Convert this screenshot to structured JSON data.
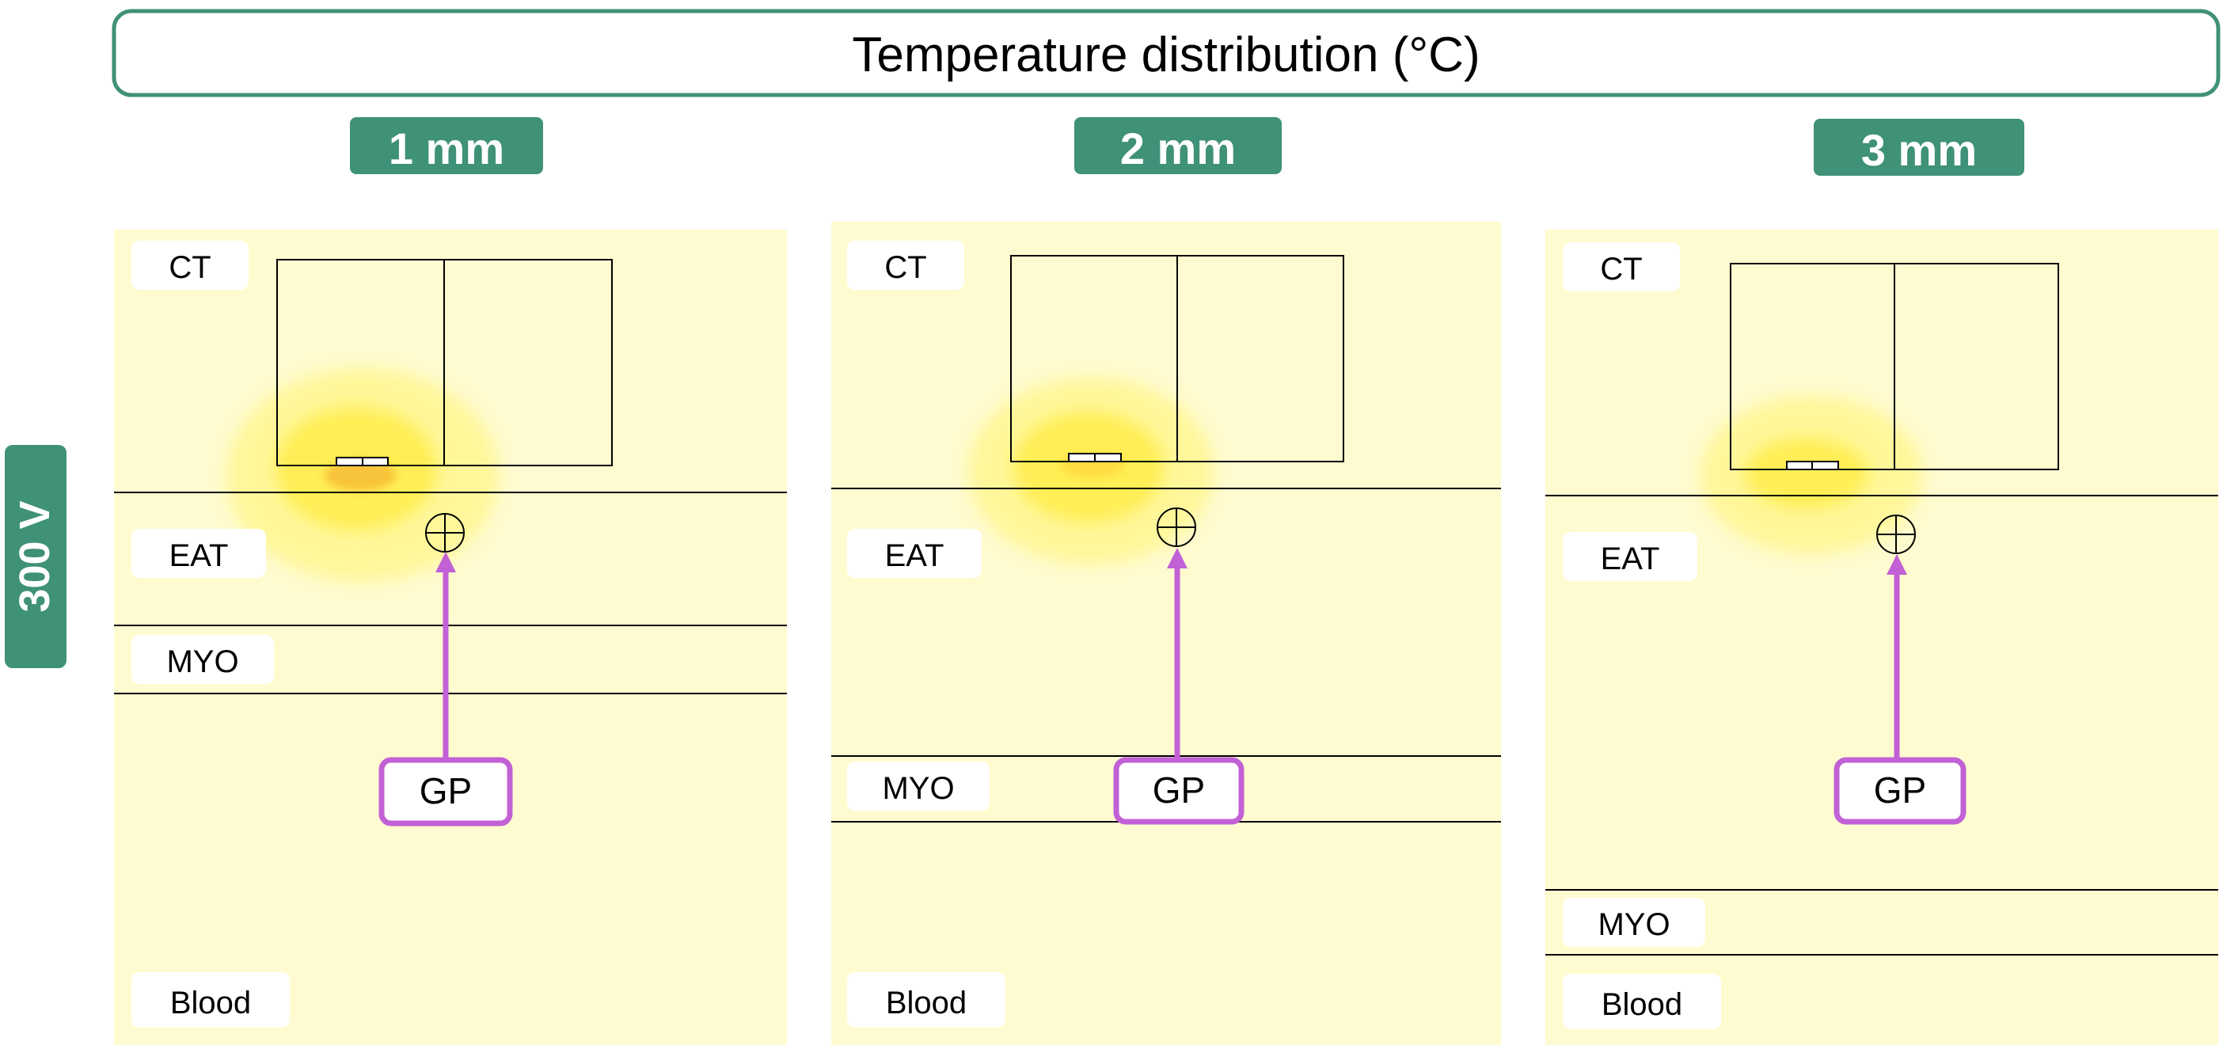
{
  "title": "Temperature distribution (°C)",
  "voltage_label": "300 V",
  "panels": [
    {
      "header": "1 mm",
      "labels": {
        "ct": "CT",
        "eat": "EAT",
        "myo": "MYO",
        "blood": "Blood",
        "gp": "GP"
      }
    },
    {
      "header": "2 mm",
      "labels": {
        "ct": "CT",
        "eat": "EAT",
        "myo": "MYO",
        "blood": "Blood",
        "gp": "GP"
      }
    },
    {
      "header": "3 mm",
      "labels": {
        "ct": "CT",
        "eat": "EAT",
        "myo": "MYO",
        "blood": "Blood",
        "gp": "GP"
      }
    }
  ],
  "colors": {
    "accent": "#3f9178",
    "panel_bg": "#fffbd0",
    "heat_outer": "#fff79a",
    "heat_mid": "#ffee55",
    "heat_core": "#ffd63a",
    "heat_hot": "#f5b533",
    "gp_arrow": "#c261d6"
  }
}
